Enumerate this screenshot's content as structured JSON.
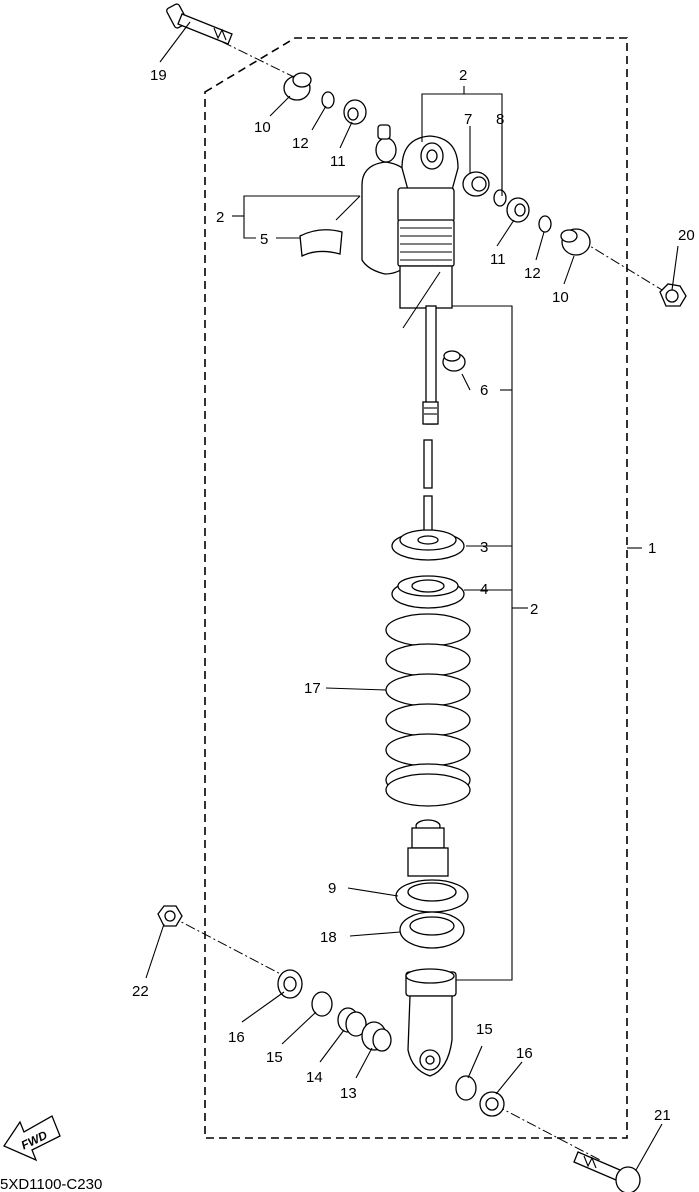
{
  "figure_code": "5XD1100-C230",
  "direction_label": "FWD",
  "callouts": {
    "c1": "1",
    "c2a": "2",
    "c2b": "2",
    "c2c": "2",
    "c3": "3",
    "c4": "4",
    "c5": "5",
    "c6": "6",
    "c7": "7",
    "c8": "8",
    "c9": "9",
    "c10a": "10",
    "c10b": "10",
    "c11a": "11",
    "c11b": "11",
    "c12a": "12",
    "c12b": "12",
    "c13": "13",
    "c14": "14",
    "c15a": "15",
    "c15b": "15",
    "c16a": "16",
    "c16b": "16",
    "c17": "17",
    "c18": "18",
    "c19": "19",
    "c20": "20",
    "c21": "21",
    "c22": "22"
  }
}
